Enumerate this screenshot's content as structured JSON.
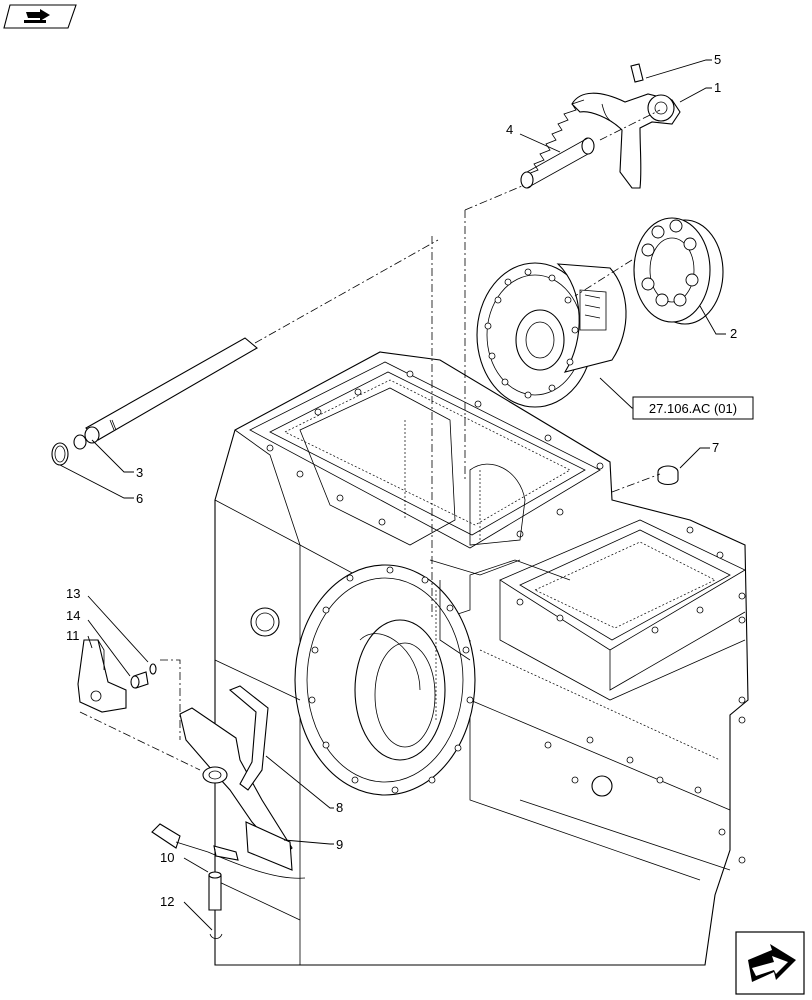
{
  "callouts": [
    {
      "id": "c1",
      "label": "1"
    },
    {
      "id": "c2",
      "label": "2"
    },
    {
      "id": "c3",
      "label": "3"
    },
    {
      "id": "c4",
      "label": "4"
    },
    {
      "id": "c5",
      "label": "5"
    },
    {
      "id": "c6",
      "label": "6"
    },
    {
      "id": "c7",
      "label": "7"
    },
    {
      "id": "c8",
      "label": "8"
    },
    {
      "id": "c9",
      "label": "9"
    },
    {
      "id": "c10",
      "label": "10"
    },
    {
      "id": "c11",
      "label": "11"
    },
    {
      "id": "c12",
      "label": "12"
    },
    {
      "id": "c13",
      "label": "13"
    },
    {
      "id": "c14",
      "label": "14"
    }
  ],
  "reference": {
    "label": "27.106.AC (01)"
  },
  "icons": {
    "top_left": "book-arrow-icon",
    "bottom_right": "next-page-arrow-icon"
  }
}
